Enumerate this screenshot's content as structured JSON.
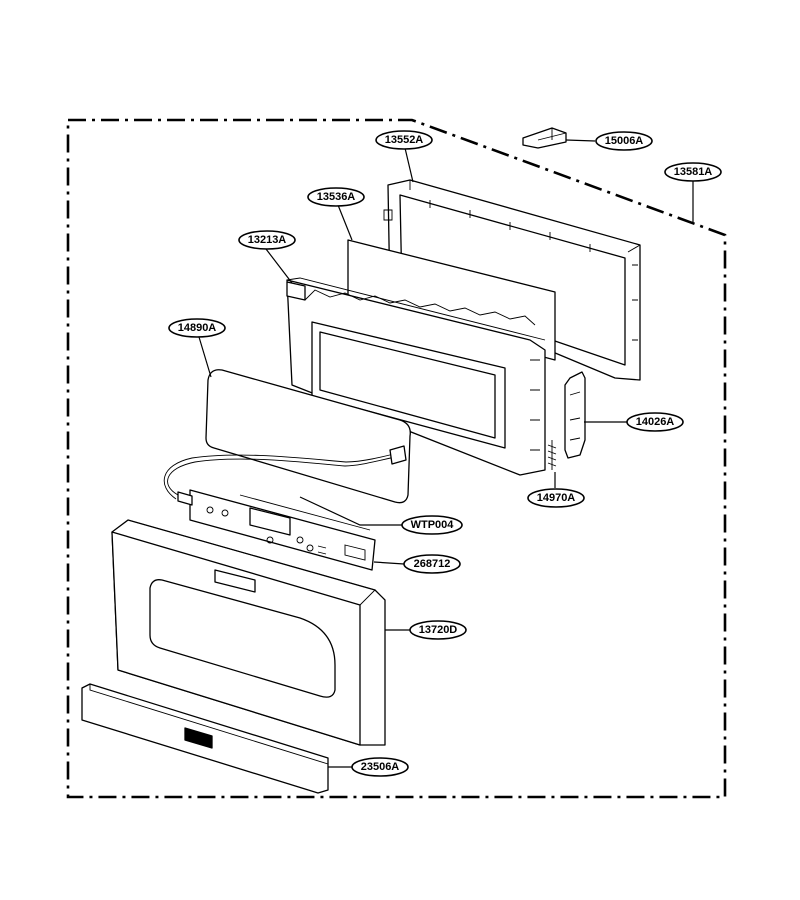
{
  "callouts": {
    "c15006A": "15006A",
    "c13552A": "13552A",
    "c13581A": "13581A",
    "c13536A": "13536A",
    "c13213A": "13213A",
    "c14890A": "14890A",
    "c14026A": "14026A",
    "c14970A": "14970A",
    "cWTP004": "WTP004",
    "c268712": "268712",
    "c13720D": "13720D",
    "c23506A": "23506A"
  }
}
